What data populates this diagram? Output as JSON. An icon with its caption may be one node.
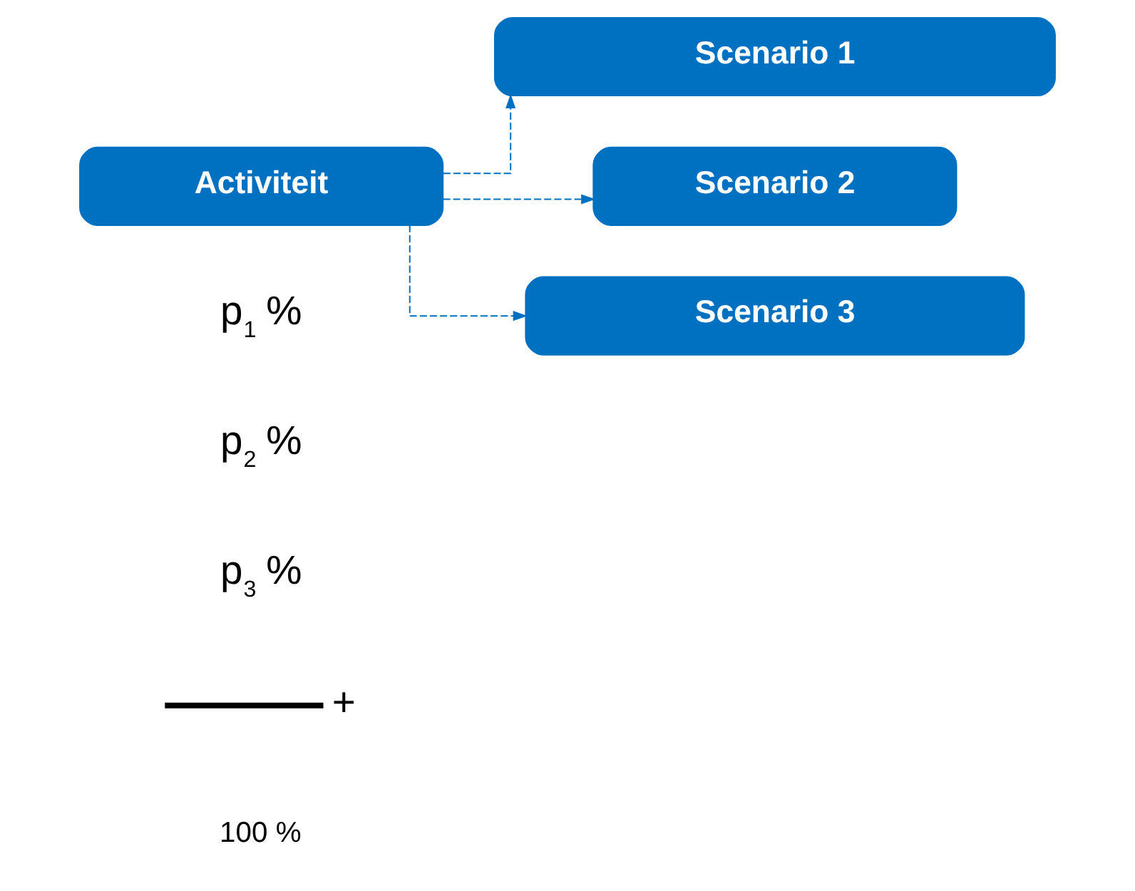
{
  "diagram": {
    "nodes": [
      {
        "text": [
          "Activiteit"
        ]
      },
      {
        "text": [
          "Scenario 1"
        ]
      },
      {
        "text": [
          "Scenario 2"
        ]
      },
      {
        "text": [
          "Scenario 3"
        ]
      }
    ],
    "edges": [
      {
        "from": 0,
        "to": 1,
        "arrow": "to",
        "style": "dashed"
      },
      {
        "from": 0,
        "to": 2,
        "arrow": "to",
        "style": "dashed"
      },
      {
        "from": 0,
        "to": 3,
        "arrow": "to",
        "style": "dashed"
      }
    ],
    "labels": [
      "p$_{1}$ %",
      "p$_{2}$ %",
      "p$_{3}$ %",
      "+",
      "100 %"
    ]
  }
}
